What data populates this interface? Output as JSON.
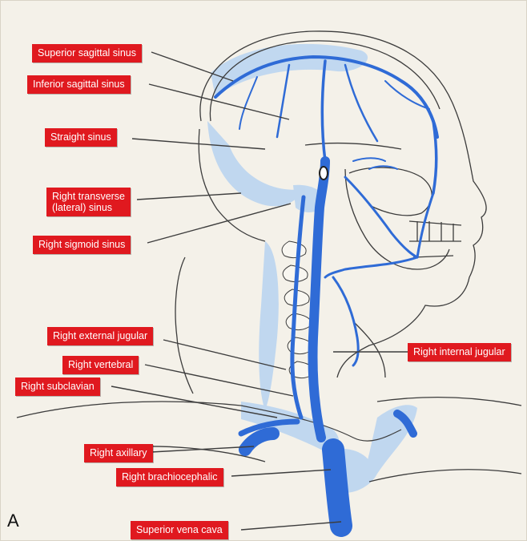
{
  "figure": {
    "panel_letter": "A",
    "labels": {
      "superior_sagittal_sinus": "Superior sagittal sinus",
      "inferior_sagittal_sinus": "Inferior sagittal sinus",
      "straight_sinus": "Straight sinus",
      "right_transverse_sinus": "Right transverse\n(lateral) sinus",
      "right_sigmoid_sinus": "Right sigmoid sinus",
      "right_external_jugular": "Right external jugular",
      "right_vertebral": "Right vertebral",
      "right_subclavian": "Right subclavian",
      "right_axillary": "Right axillary",
      "right_brachiocephalic": "Right brachiocephalic",
      "superior_vena_cava": "Superior vena cava",
      "right_internal_jugular": "Right internal jugular"
    }
  },
  "colors": {
    "label_bg": "#e0191f",
    "label_text": "#ffffff",
    "vein_dark": "#2f6bd6",
    "vein_light": "#a9c9ee",
    "outline": "#3c3c3c",
    "background": "#f4f1e9"
  }
}
